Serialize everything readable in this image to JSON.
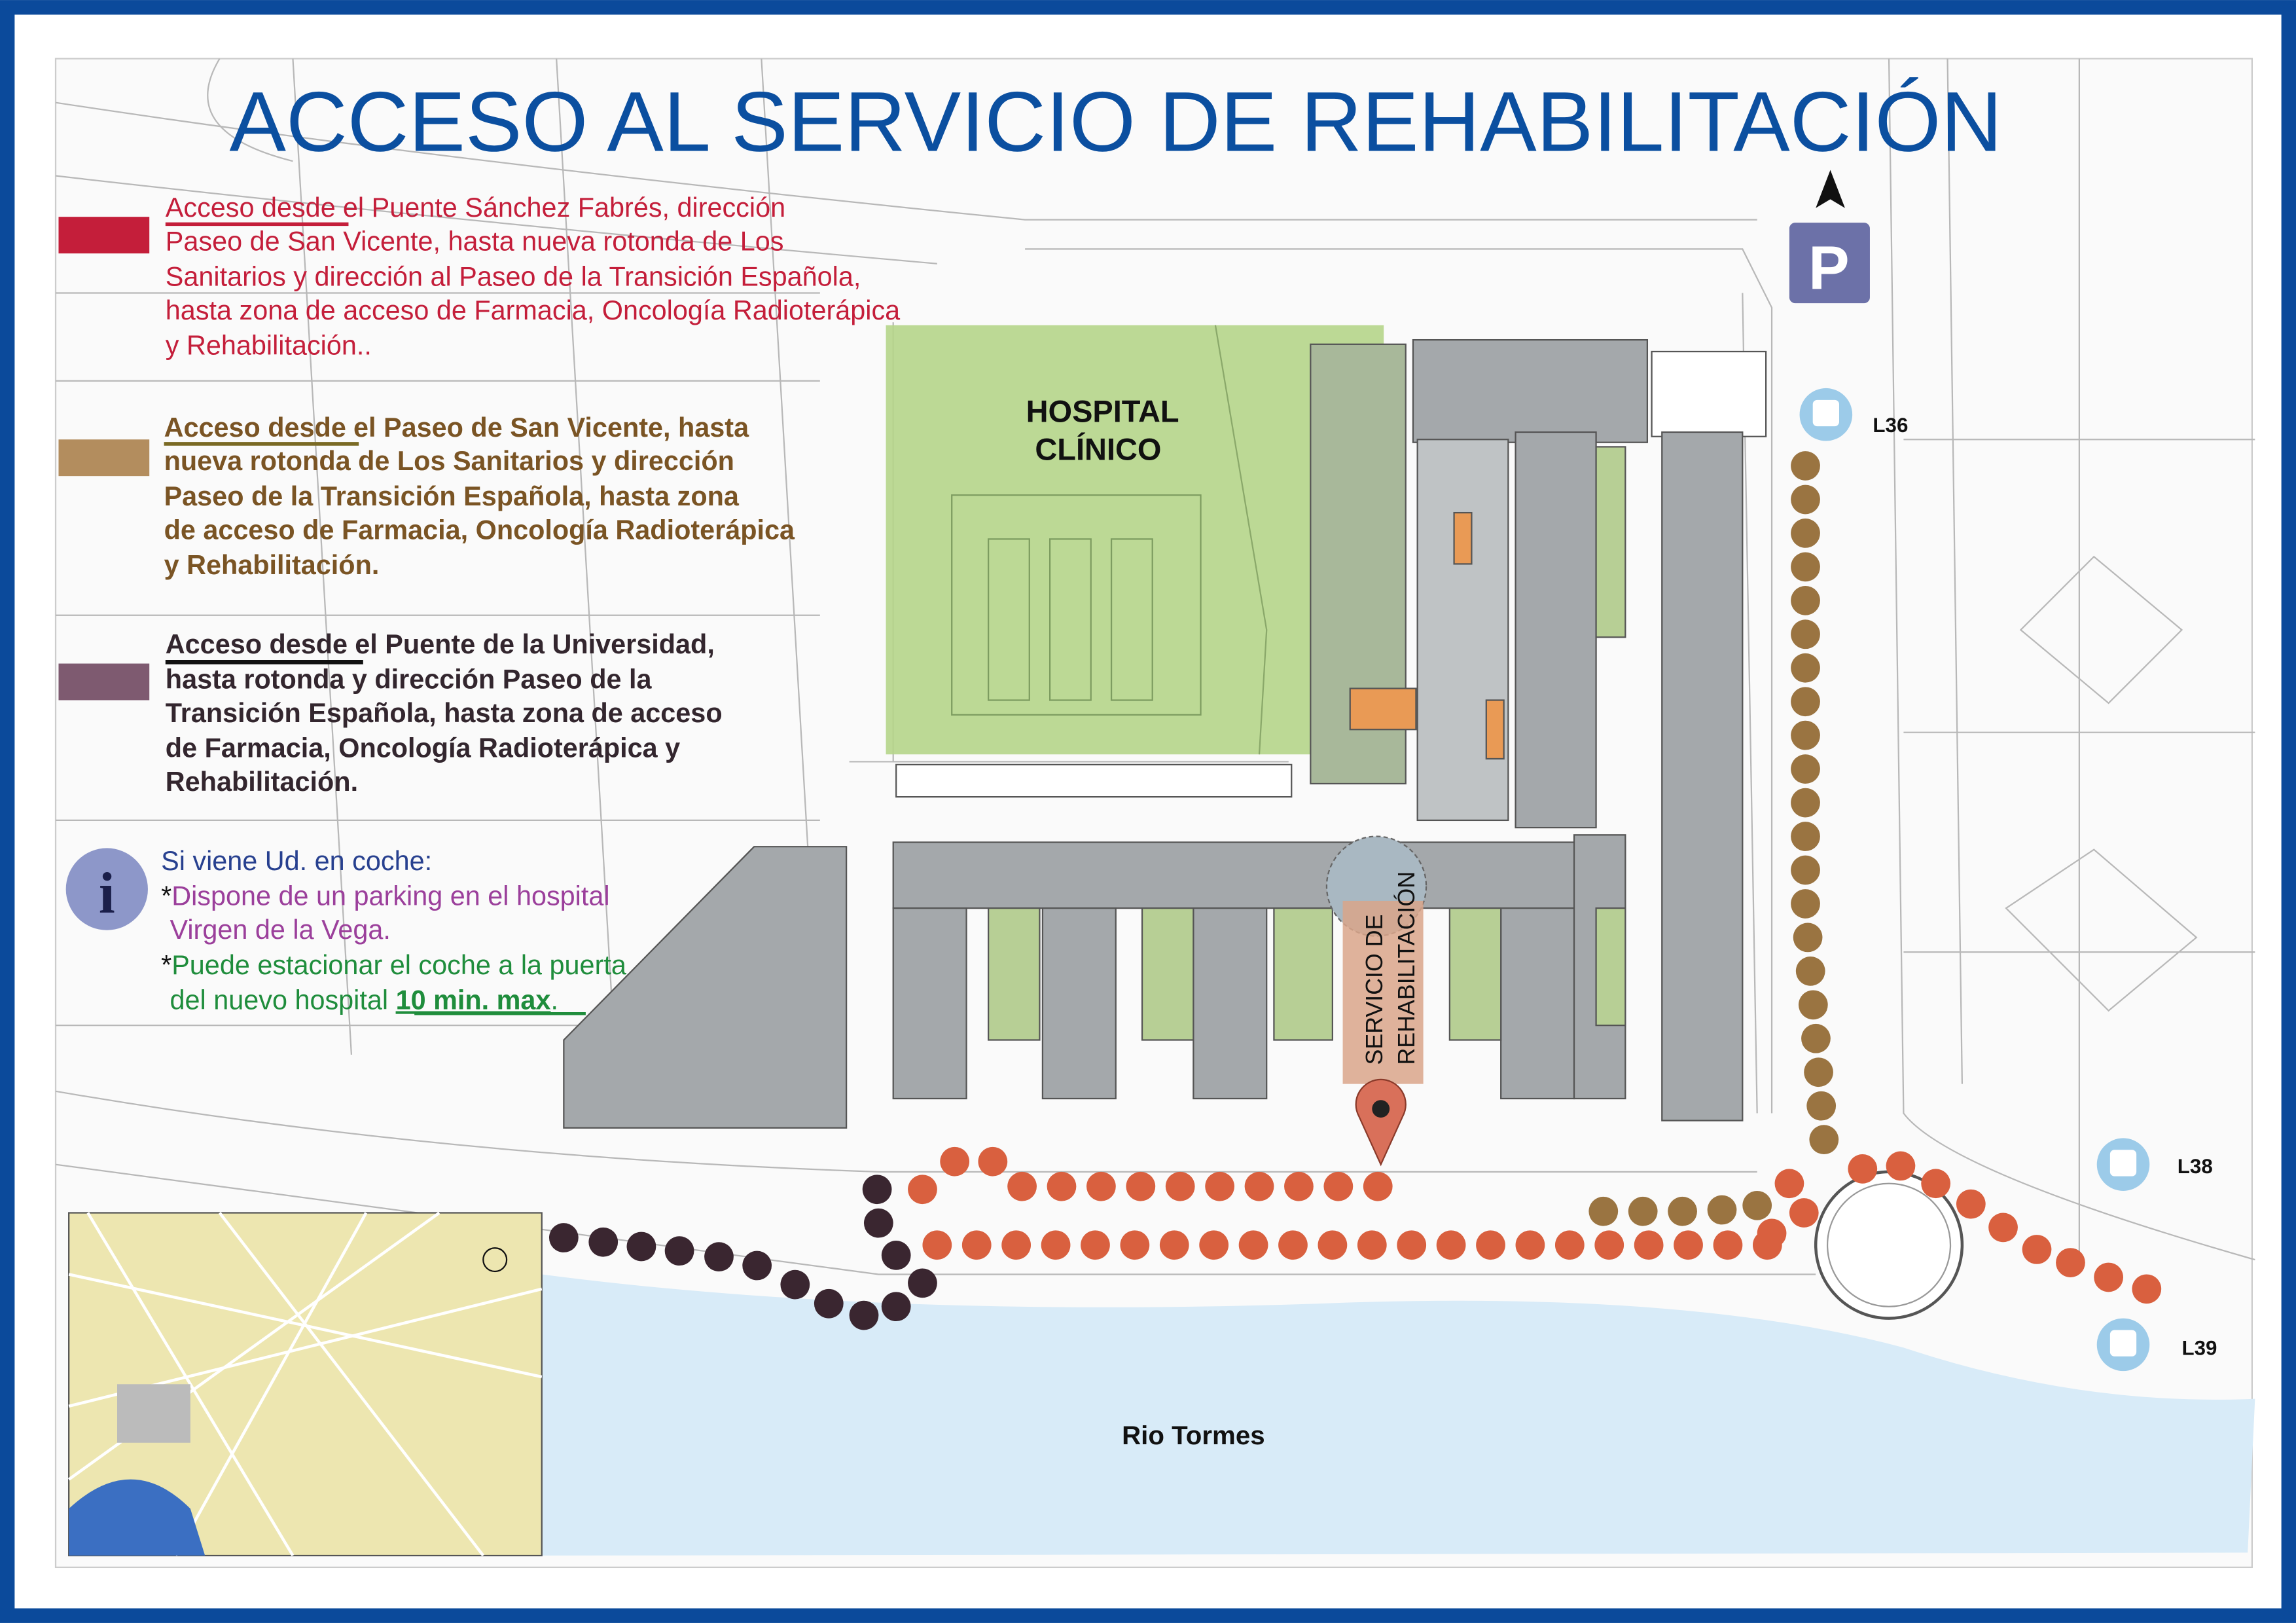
{
  "title": "ACCESO AL SERVICIO DE REHABILITACIÓN",
  "colors": {
    "border": "#0b4a9b",
    "route_red": "#c41e3a",
    "route_brown": "#b38d5e",
    "route_purple": "#7e5a70",
    "dots_orange": "#d9603f",
    "dots_brown": "#9a7441",
    "dots_dark": "#3a2630",
    "river": "#d8ebf8",
    "hospital_green": "#b5d58a"
  },
  "legend": [
    {
      "route": "red",
      "lead": "Acceso desde",
      "lines": [
        "el Puente Sánchez Fabrés, dirección",
        "Paseo de San Vicente, hasta nueva rotonda de Los",
        "Sanitarios y dirección al Paseo de la Transición Española,",
        "hasta zona de acceso de Farmacia, Oncología Radioterápica",
        "y Rehabilitación.."
      ]
    },
    {
      "route": "brown",
      "lead": "Acceso desde",
      "lines": [
        "el Paseo de San Vicente, hasta",
        "nueva rotonda de Los Sanitarios y dirección",
        "Paseo de la Transición Española, hasta zona",
        "de acceso de Farmacia, Oncología Radioterápica",
        "y Rehabilitación."
      ]
    },
    {
      "route": "purple",
      "lead": "Acceso desde",
      "lines": [
        "el Puente de la Universidad,",
        "hasta rotonda y dirección Paseo de la",
        "Transición Española, hasta zona de acceso",
        "de Farmacia, Oncología Radioterápica y",
        "Rehabilitación."
      ]
    }
  ],
  "info": {
    "icon": "info-icon",
    "heading": "Si viene Ud. en coche:",
    "star": "*",
    "parking_1": "Dispone de un parking en el hospital",
    "parking_2": "Virgen de la Vega.",
    "door_1": "Puede estacionar el coche a la puerta",
    "door_2": "del nuevo hospital ",
    "door_limit": "10 min. max",
    "door_end": "."
  },
  "map": {
    "hospital_line1": "HOSPITAL",
    "hospital_line2": "CLÍNICO",
    "service_line1": "SERVICIO DE",
    "service_line2": "REHABILITACIÓN",
    "river": "Rio Tormes",
    "parking_letter": "P",
    "bus_stops": [
      "L36",
      "L38",
      "L39"
    ]
  }
}
